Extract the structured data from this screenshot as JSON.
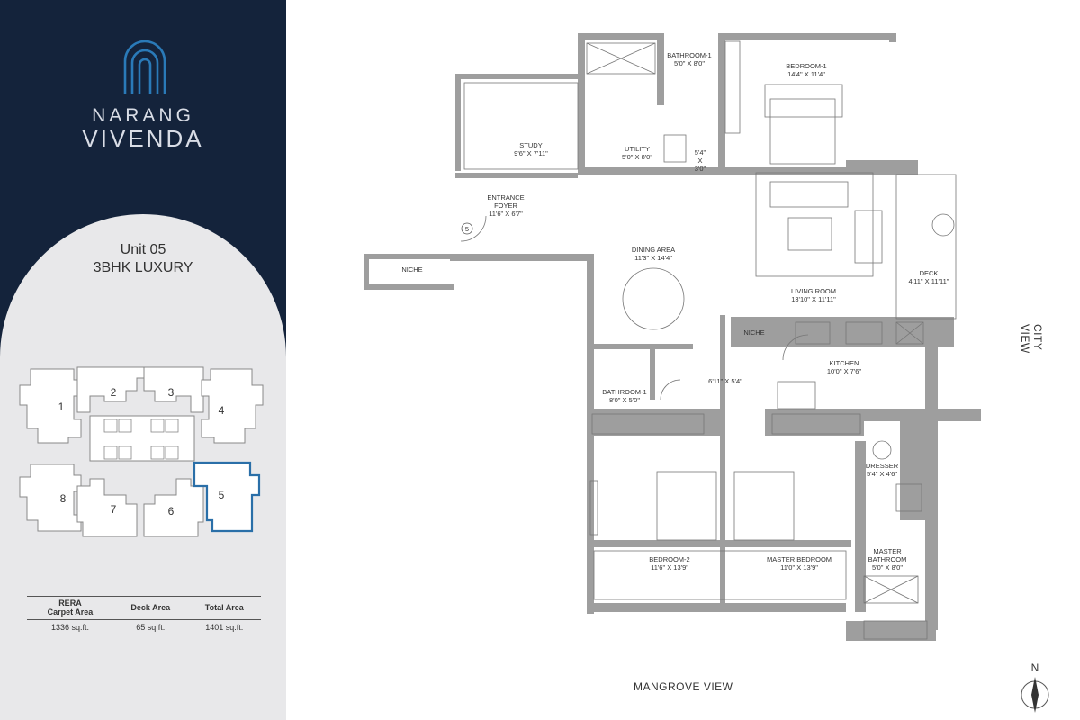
{
  "brand": {
    "line1": "NARANG",
    "line2": "VIVENDA",
    "logo_color": "#2a7ab8"
  },
  "unit": {
    "name": "Unit 05",
    "type": "3BHK LUXURY"
  },
  "keyplan": {
    "units": [
      "1",
      "2",
      "3",
      "4",
      "5",
      "6",
      "7",
      "8"
    ],
    "highlighted": "5",
    "highlight_color": "#2a6fa8"
  },
  "area_table": {
    "headers": [
      "RERA\nCarpet Area",
      "Deck Area",
      "Total Area"
    ],
    "values": [
      "1336 sq.ft.",
      "65 sq.ft.",
      "1401 sq.ft."
    ]
  },
  "rooms": {
    "bathroom1_top": {
      "name": "BATHROOM-1",
      "dim": "5'0\" X 8'0\""
    },
    "bedroom1": {
      "name": "BEDROOM-1",
      "dim": "14'4\" X 11'4\""
    },
    "study": {
      "name": "STUDY",
      "dim": "9'6\" X 7'11\""
    },
    "utility": {
      "name": "UTILITY",
      "dim": "5'0\" X 8'0\""
    },
    "passage": {
      "dim1": "5'4\"",
      "dim2": "X",
      "dim3": "3'0\""
    },
    "foyer": {
      "name1": "ENTRANCE",
      "name2": "FOYER",
      "dim": "11'6\" X 6'7\""
    },
    "niche_left": {
      "name": "NICHE"
    },
    "dining": {
      "name": "DINING AREA",
      "dim": "11'3\" X 14'4\""
    },
    "living": {
      "name": "LIVING ROOM",
      "dim": "13'10\" X 11'11\""
    },
    "deck": {
      "name": "DECK",
      "dim": "4'11\" X 11'11\""
    },
    "niche_kitchen": {
      "name": "NICHE"
    },
    "kitchen": {
      "name": "KITCHEN",
      "dim": "10'0\" X 7'6\""
    },
    "bathroom1_mid": {
      "name": "BATHROOM-1",
      "dim": "8'0\" X 5'0\""
    },
    "lobby": {
      "dim": "6'11\" X 5'4\""
    },
    "dresser": {
      "name": "DRESSER",
      "dim": "5'4\" X 4'6\""
    },
    "bedroom2": {
      "name": "BEDROOM-2",
      "dim": "11'6\" X 13'9\""
    },
    "master_bedroom": {
      "name": "MASTER BEDROOM",
      "dim": "11'0\" X 13'9\""
    },
    "master_bath": {
      "name1": "MASTER",
      "name2": "BATHROOM",
      "dim": "5'0\" X 8'0\""
    },
    "door_tag": "5"
  },
  "views": {
    "bottom": "MANGROVE VIEW",
    "right": "CITY VIEW"
  },
  "compass": {
    "label": "N"
  },
  "colors": {
    "sidebar": "#14233b",
    "arch": "#e8e8ea",
    "wall": "#9e9e9e",
    "text": "#333333"
  }
}
